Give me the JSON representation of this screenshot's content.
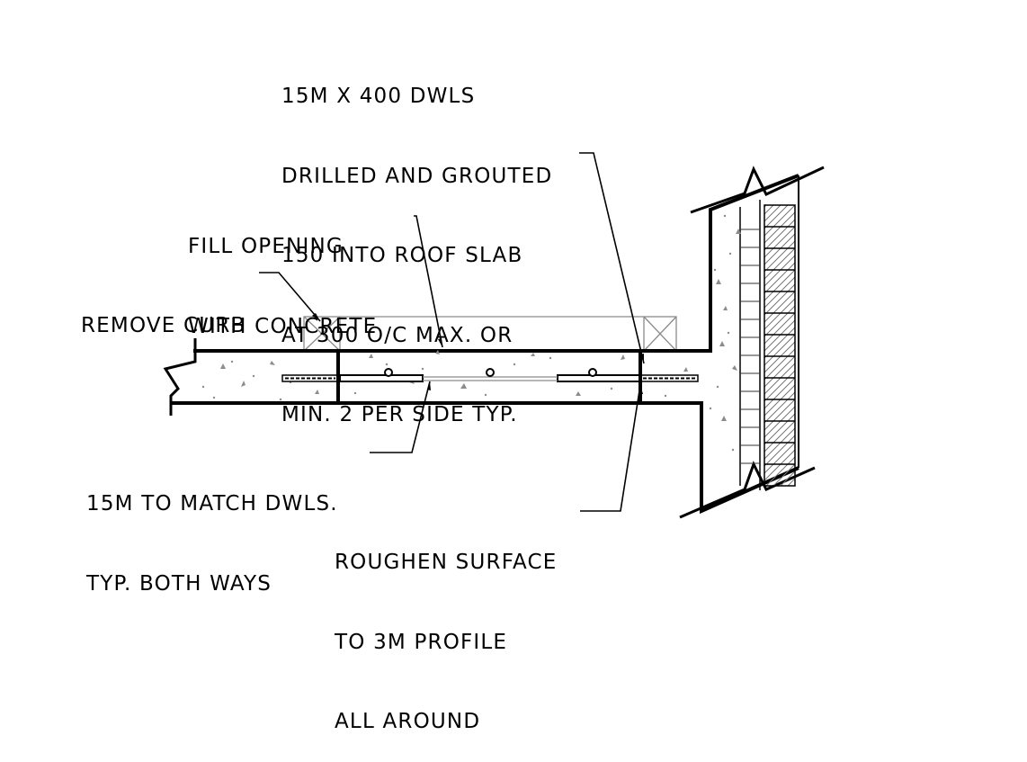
{
  "notes": {
    "dowels": {
      "lines": [
        "15M X 400 DWLS",
        "DRILLED AND GROUTED",
        "150 INTO ROOF SLAB",
        "AT 300 O/C MAX. OR",
        "MIN. 2 PER SIDE TYP."
      ]
    },
    "fill_opening": {
      "lines": [
        "FILL OPENING",
        "WITH CONCRETE"
      ]
    },
    "remove_curb": {
      "lines": [
        "REMOVE CURB"
      ]
    },
    "rebar": {
      "lines": [
        "15M TO MATCH DWLS.",
        "TYP. BOTH WAYS"
      ]
    },
    "roughen": {
      "lines": [
        "ROUGHEN SURFACE",
        "TO 3M PROFILE",
        "ALL AROUND"
      ]
    }
  },
  "colors": {
    "linework": "#000000",
    "curb": "#8a8a8a",
    "aggregate": "#8c8c8c",
    "masonry_hatch": "#777777"
  }
}
